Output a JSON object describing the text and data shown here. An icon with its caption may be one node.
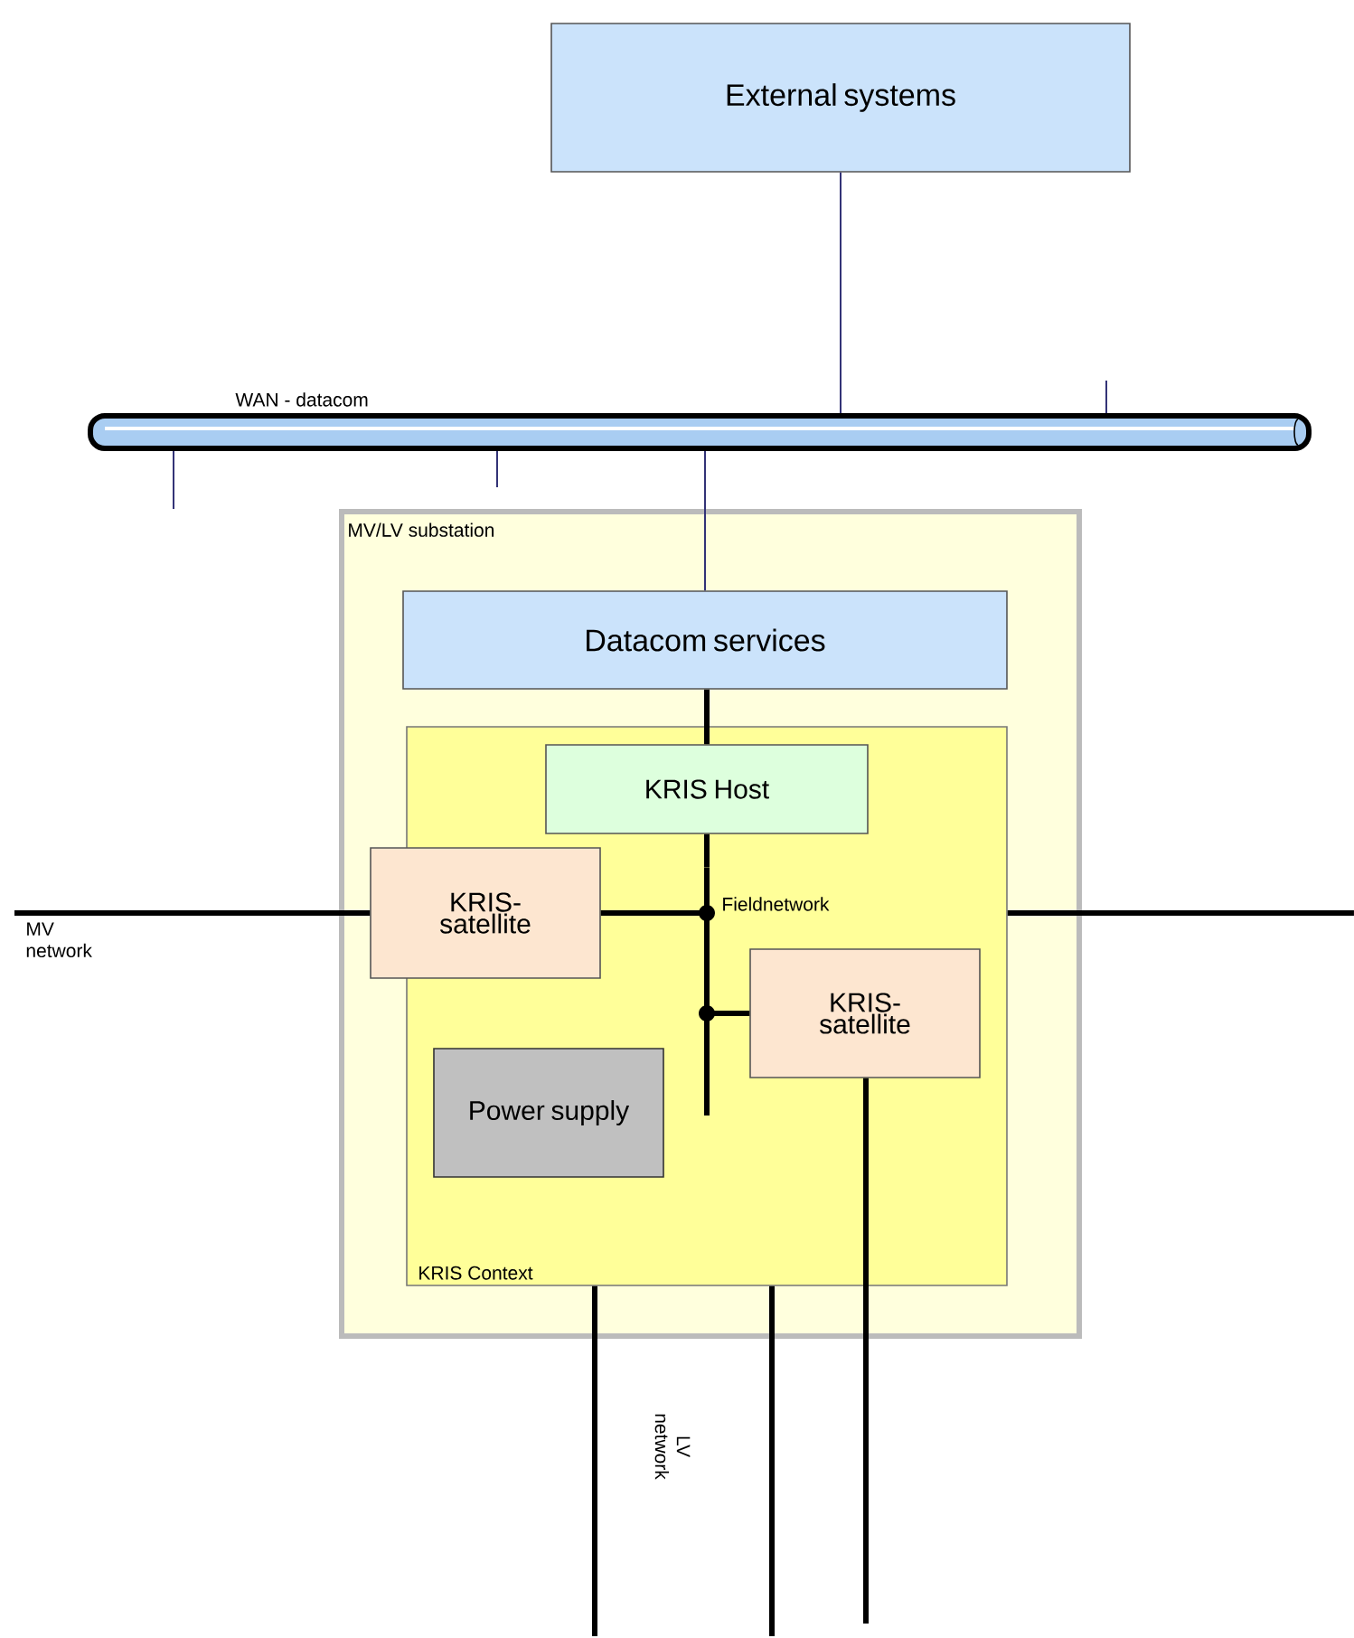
{
  "diagram": {
    "nodes": [
      {
        "text": [
          "External systems"
        ]
      },
      {
        "text": [
          "WAN - datacom"
        ]
      },
      {
        "text": [
          "MV/LV substation"
        ]
      },
      {
        "text": [
          "Datacom services"
        ],
        "in": 2
      },
      {
        "text": [
          "KRIS Context"
        ],
        "in": 2
      },
      {
        "text": [
          "KRIS Host"
        ],
        "in": 4
      },
      {
        "text": [
          "KRIS- satellite"
        ],
        "in": 2
      },
      {
        "text": [
          "KRIS- satellite"
        ],
        "in": 4
      },
      {
        "text": [
          "Power supply"
        ],
        "in": 4
      },
      {
        "text": [],
        "shape": "bar",
        "beside": [
          "Fieldnetwork"
        ],
        "in": 4
      }
    ],
    "edges": [
      {
        "from": 0,
        "to": 1,
        "arrow": "none",
        "color": "#333377"
      },
      {
        "from": 1,
        "to": 3,
        "arrow": "none",
        "color": "#333377"
      },
      {
        "from": 1,
        "to": null,
        "arrow": "none",
        "color": "#333377"
      },
      {
        "from": 1,
        "to": null,
        "arrow": "none",
        "color": "#333377"
      },
      {
        "from": 1,
        "to": null,
        "arrow": "none",
        "color": "#333377"
      },
      {
        "from": 3,
        "to": 5,
        "arrow": "none"
      },
      {
        "from": 5,
        "to": 9,
        "arrow": "none"
      },
      {
        "from": 6,
        "to": 9,
        "arrow": "other"
      },
      {
        "from": 7,
        "to": 9,
        "arrow": "other"
      },
      {
        "from": null,
        "to": 6,
        "arrow": "none",
        "label": "MV network"
      },
      {
        "from": 4,
        "to": null,
        "arrow": "none"
      },
      {
        "from": 4,
        "to": null,
        "arrow": "none"
      },
      {
        "from": 4,
        "to": null,
        "arrow": "none"
      },
      {
        "from": 7,
        "to": null,
        "arrow": "none"
      }
    ],
    "labels": [
      "LV network"
    ]
  }
}
